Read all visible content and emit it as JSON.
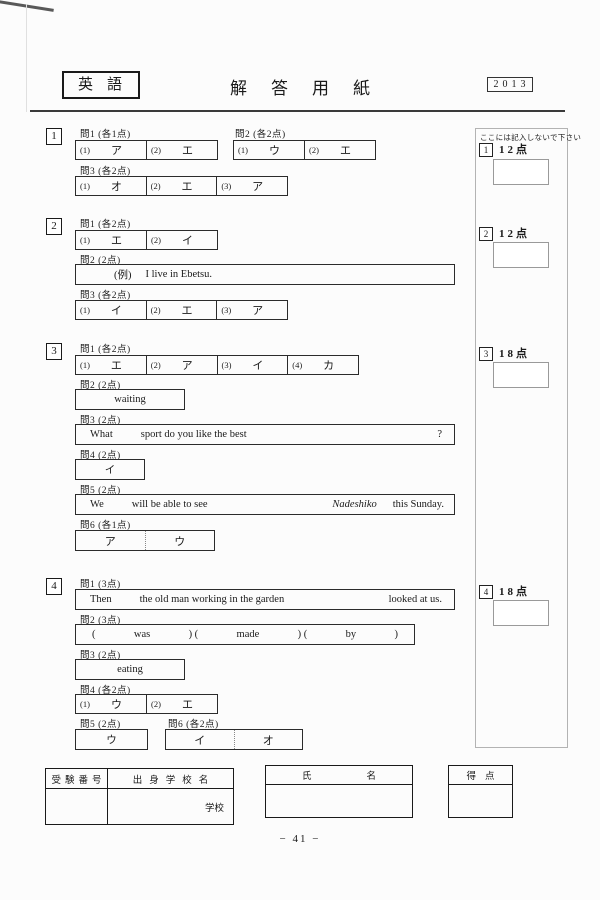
{
  "header": {
    "subject": "英語",
    "title": "解答用紙",
    "year": "2013"
  },
  "sidebar": {
    "note": "ここには記入しないで下さい",
    "items": [
      {
        "num": "1",
        "points": "12点"
      },
      {
        "num": "2",
        "points": "12点"
      },
      {
        "num": "3",
        "points": "18点"
      },
      {
        "num": "4",
        "points": "18点"
      }
    ]
  },
  "sections": [
    {
      "num": "1",
      "q1": {
        "label": "問1 (各1点)",
        "cells": [
          {
            "no": "(1)",
            "ans": "ア"
          },
          {
            "no": "(2)",
            "ans": "エ"
          }
        ]
      },
      "q2": {
        "label": "問2 (各2点)",
        "cells": [
          {
            "no": "(1)",
            "ans": "ウ"
          },
          {
            "no": "(2)",
            "ans": "エ"
          }
        ]
      },
      "q3": {
        "label": "問3 (各2点)",
        "cells": [
          {
            "no": "(1)",
            "ans": "オ"
          },
          {
            "no": "(2)",
            "ans": "エ"
          },
          {
            "no": "(3)",
            "ans": "ア"
          }
        ]
      }
    },
    {
      "num": "2",
      "q1": {
        "label": "問1 (各2点)",
        "cells": [
          {
            "no": "(1)",
            "ans": "エ"
          },
          {
            "no": "(2)",
            "ans": "イ"
          }
        ]
      },
      "q2": {
        "label": "問2 (2点)",
        "example": "(例)",
        "sentence": "I live in Ebetsu."
      },
      "q3": {
        "label": "問3 (各2点)",
        "cells": [
          {
            "no": "(1)",
            "ans": "イ"
          },
          {
            "no": "(2)",
            "ans": "エ"
          },
          {
            "no": "(3)",
            "ans": "ア"
          }
        ]
      }
    },
    {
      "num": "3",
      "q1": {
        "label": "問1 (各2点)",
        "cells": [
          {
            "no": "(1)",
            "ans": "エ"
          },
          {
            "no": "(2)",
            "ans": "ア"
          },
          {
            "no": "(3)",
            "ans": "イ"
          },
          {
            "no": "(4)",
            "ans": "カ"
          }
        ]
      },
      "q2": {
        "label": "問2 (2点)",
        "answer": "waiting"
      },
      "q3": {
        "label": "問3 (2点)",
        "prefix": "What",
        "answer": "sport do you like the best",
        "suffix": "?"
      },
      "q4": {
        "label": "問4 (2点)",
        "answer": "イ"
      },
      "q5": {
        "label": "問5 (2点)",
        "prefix": "We",
        "answer": "will be able to see",
        "suffix_italic": "Nadeshiko",
        "suffix": "this Sunday."
      },
      "q6": {
        "label": "問6 (各1点)",
        "cells": [
          {
            "ans": "ア"
          },
          {
            "ans": "ウ"
          }
        ]
      }
    },
    {
      "num": "4",
      "q1": {
        "label": "問1 (3点)",
        "prefix": "Then",
        "answer": "the old man working in the garden",
        "suffix": "looked at us."
      },
      "q2": {
        "label": "問2 (3点)",
        "p0": "(",
        "a1": "was",
        "p1": ") (",
        "a2": "made",
        "p2": ") (",
        "a3": "by",
        "p3": ")"
      },
      "q3": {
        "label": "問3 (2点)",
        "answer": "eating"
      },
      "q4": {
        "label": "問4 (各2点)",
        "cells": [
          {
            "no": "(1)",
            "ans": "ウ"
          },
          {
            "no": "(2)",
            "ans": "エ"
          }
        ]
      },
      "q5": {
        "label": "問5 (2点)",
        "answer": "ウ"
      },
      "q6": {
        "label": "問6 (各2点)",
        "cells": [
          {
            "ans": "イ"
          },
          {
            "ans": "オ"
          }
        ]
      }
    }
  ],
  "footer": {
    "exam_no_header": "受験番号",
    "school_header": "出身学校名",
    "school_suffix": "学校",
    "name_header_left": "氏",
    "name_header_right": "名",
    "score_header": "得点",
    "page_number": "− 41 −"
  }
}
